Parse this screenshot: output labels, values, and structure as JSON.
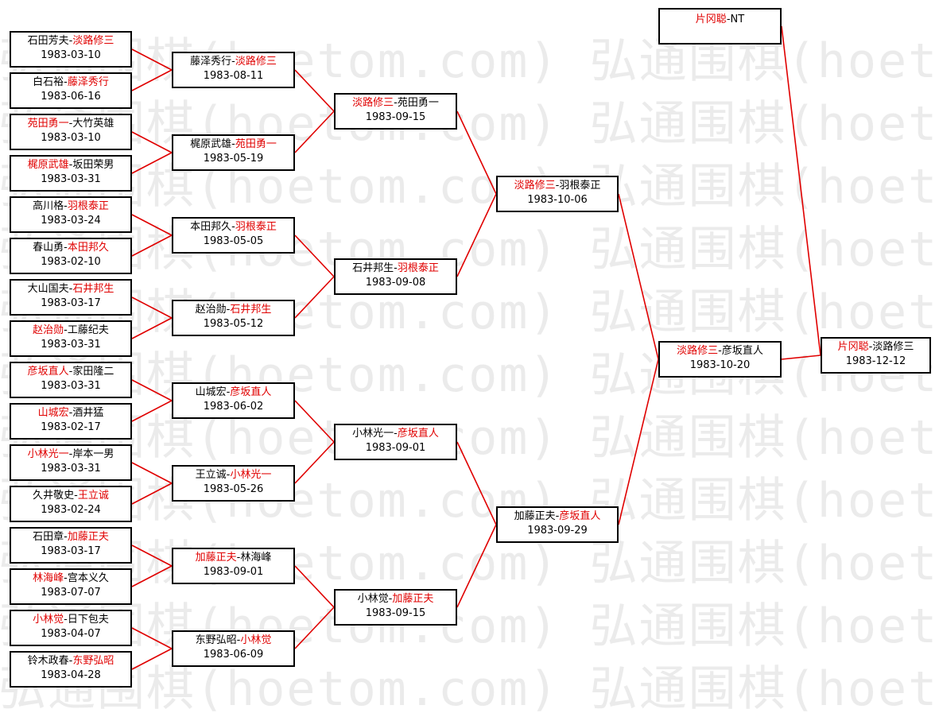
{
  "watermark": "弘通围棋(hoetom.com) 弘通围棋(hoetom.com)",
  "colors": {
    "winner": "#e00000",
    "loser": "#000000",
    "line": "#e00000"
  },
  "rounds": [
    [
      {
        "p1": "石田芳夫",
        "p2": "淡路修三",
        "winner": 2,
        "date": "1983-03-10"
      },
      {
        "p1": "白石裕",
        "p2": "藤泽秀行",
        "winner": 2,
        "date": "1983-06-16"
      },
      {
        "p1": "苑田勇一",
        "p2": "大竹英雄",
        "winner": 1,
        "date": "1983-03-10"
      },
      {
        "p1": "梶原武雄",
        "p2": "坂田荣男",
        "winner": 1,
        "date": "1983-03-31"
      },
      {
        "p1": "高川格",
        "p2": "羽根泰正",
        "winner": 2,
        "date": "1983-03-24"
      },
      {
        "p1": "春山勇",
        "p2": "本田邦久",
        "winner": 2,
        "date": "1983-02-10"
      },
      {
        "p1": "大山国夫",
        "p2": "石井邦生",
        "winner": 2,
        "date": "1983-03-17"
      },
      {
        "p1": "赵治勋",
        "p2": "工藤纪夫",
        "winner": 1,
        "date": "1983-03-31"
      },
      {
        "p1": "彦坂直人",
        "p2": "家田隆二",
        "winner": 1,
        "date": "1983-03-31"
      },
      {
        "p1": "山城宏",
        "p2": "酒井猛",
        "winner": 1,
        "date": "1983-02-17"
      },
      {
        "p1": "小林光一",
        "p2": "岸本一男",
        "winner": 1,
        "date": "1983-03-31"
      },
      {
        "p1": "久井敬史",
        "p2": "王立诚",
        "winner": 2,
        "date": "1983-02-24"
      },
      {
        "p1": "石田章",
        "p2": "加藤正夫",
        "winner": 2,
        "date": "1983-03-17"
      },
      {
        "p1": "林海峰",
        "p2": "宫本义久",
        "winner": 1,
        "date": "1983-07-07"
      },
      {
        "p1": "小林觉",
        "p2": "日下包夫",
        "winner": 1,
        "date": "1983-04-07"
      },
      {
        "p1": "铃木政春",
        "p2": "东野弘昭",
        "winner": 2,
        "date": "1983-04-28"
      }
    ],
    [
      {
        "p1": "藤泽秀行",
        "p2": "淡路修三",
        "winner": 2,
        "date": "1983-08-11"
      },
      {
        "p1": "梶原武雄",
        "p2": "苑田勇一",
        "winner": 2,
        "date": "1983-05-19"
      },
      {
        "p1": "本田邦久",
        "p2": "羽根泰正",
        "winner": 2,
        "date": "1983-05-05"
      },
      {
        "p1": "赵治勋",
        "p2": "石井邦生",
        "winner": 2,
        "date": "1983-05-12"
      },
      {
        "p1": "山城宏",
        "p2": "彦坂直人",
        "winner": 2,
        "date": "1983-06-02"
      },
      {
        "p1": "王立诚",
        "p2": "小林光一",
        "winner": 2,
        "date": "1983-05-26"
      },
      {
        "p1": "加藤正夫",
        "p2": "林海峰",
        "winner": 1,
        "date": "1983-09-01"
      },
      {
        "p1": "东野弘昭",
        "p2": "小林觉",
        "winner": 2,
        "date": "1983-06-09"
      }
    ],
    [
      {
        "p1": "淡路修三",
        "p2": "苑田勇一",
        "winner": 1,
        "date": "1983-09-15"
      },
      {
        "p1": "石井邦生",
        "p2": "羽根泰正",
        "winner": 2,
        "date": "1983-09-08"
      },
      {
        "p1": "小林光一",
        "p2": "彦坂直人",
        "winner": 2,
        "date": "1983-09-01"
      },
      {
        "p1": "小林觉",
        "p2": "加藤正夫",
        "winner": 2,
        "date": "1983-09-15"
      }
    ],
    [
      {
        "p1": "淡路修三",
        "p2": "羽根泰正",
        "winner": 1,
        "date": "1983-10-06"
      },
      {
        "p1": "加藤正夫",
        "p2": "彦坂直人",
        "winner": 2,
        "date": "1983-09-29"
      }
    ],
    [
      {
        "p1": "淡路修三",
        "p2": "彦坂直人",
        "winner": 1,
        "date": "1983-10-20"
      }
    ]
  ],
  "seed": {
    "p1": "片冈聪",
    "p2": "NT",
    "winner": 1,
    "date": ""
  },
  "final": {
    "p1": "片冈聪",
    "p2": "淡路修三",
    "winner": 1,
    "date": "1983-12-12"
  }
}
